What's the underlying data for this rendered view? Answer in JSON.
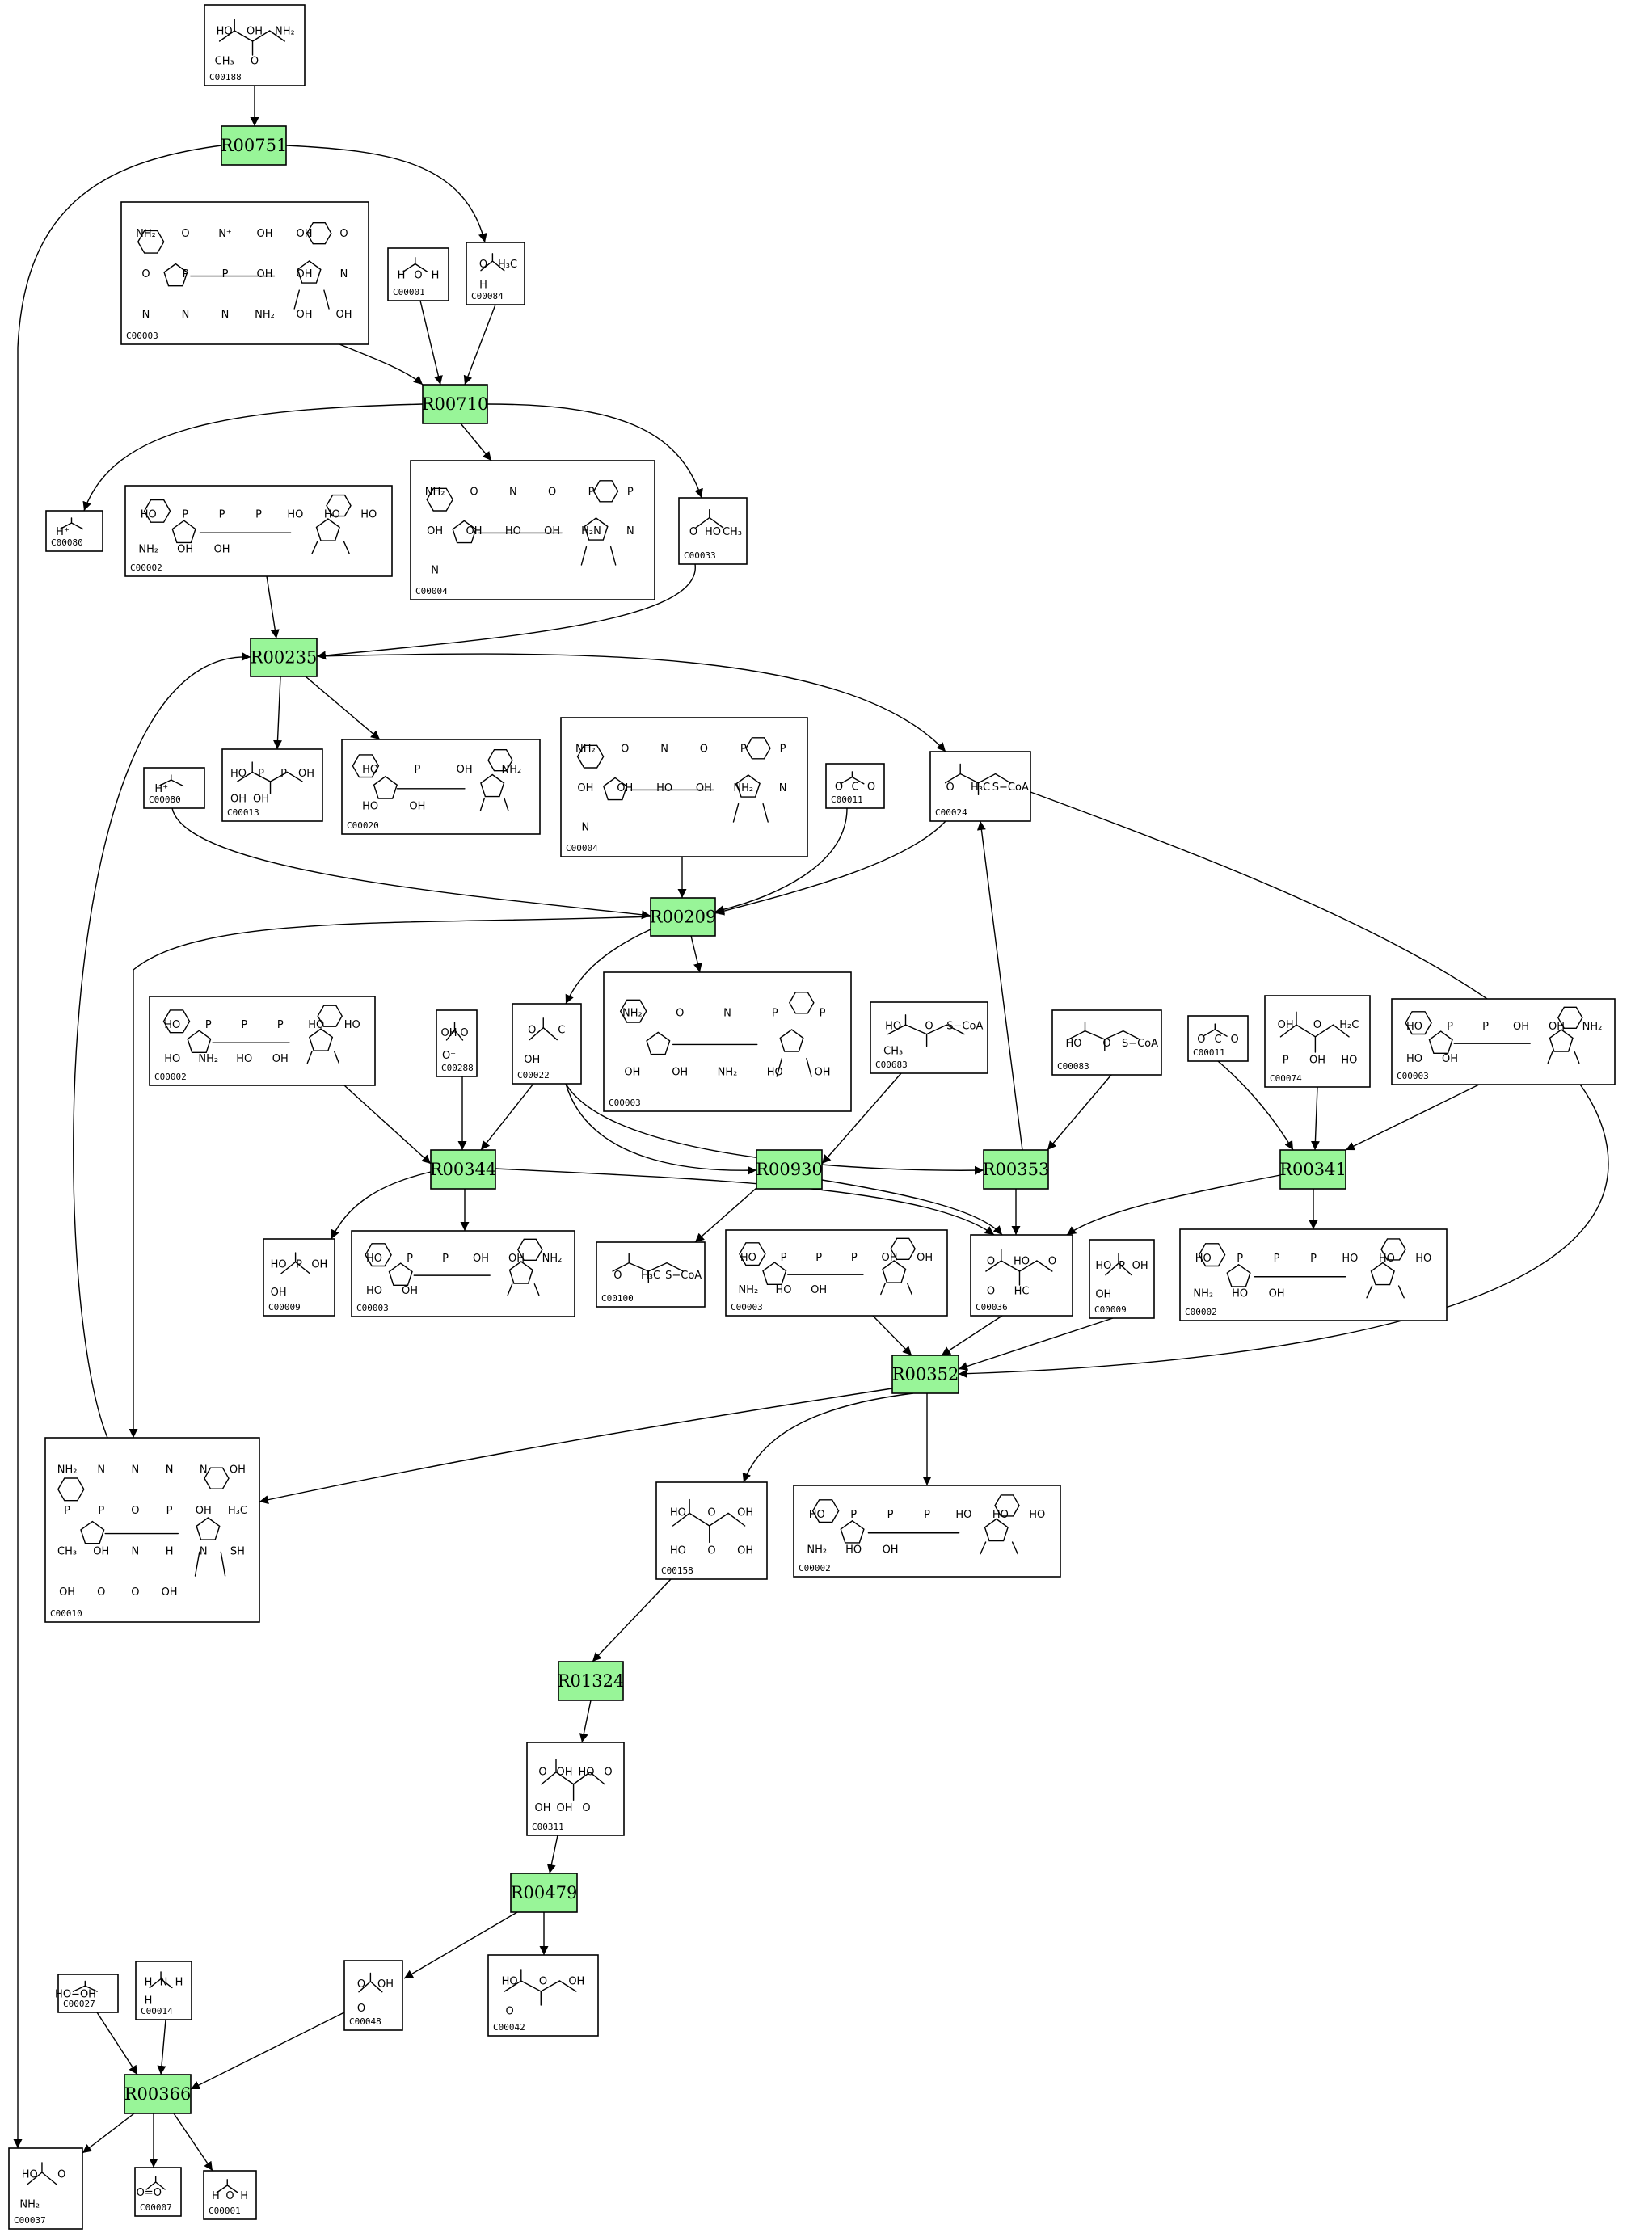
{
  "colors": {
    "reaction_fill": "#98f598",
    "edge": "#000000",
    "compound_fill": "#ffffff"
  },
  "compounds": [
    {
      "id": "c1",
      "label": "C00188",
      "atoms": [
        "HO",
        "OH",
        "NH₂",
        "CH₃",
        "O"
      ]
    },
    {
      "id": "c2",
      "label": "C00003",
      "atoms": [
        "NH₂",
        "O",
        "N⁺",
        "OH",
        "OH",
        "O",
        "O",
        "P",
        "P",
        "OH",
        "OH",
        "N",
        "N",
        "N",
        "N",
        "NH₂",
        "OH",
        "OH"
      ]
    },
    {
      "id": "c3",
      "label": "C00001",
      "atoms": [
        "H",
        "O",
        "H"
      ]
    },
    {
      "id": "c4",
      "label": "C00084",
      "atoms": [
        "O",
        "H₃C",
        "H"
      ]
    },
    {
      "id": "c5",
      "label": "C00080",
      "atoms": [
        "H⁺"
      ]
    },
    {
      "id": "c6",
      "label": "C00002",
      "atoms": [
        "HO",
        "P",
        "P",
        "P",
        "HO",
        "HO",
        "HO",
        "NH₂",
        "OH",
        "OH"
      ]
    },
    {
      "id": "c7",
      "label": "C00004",
      "atoms": [
        "NH₂",
        "O",
        "N",
        "O",
        "P",
        "P",
        "OH",
        "OH",
        "HO",
        "OH",
        "H₂N",
        "N",
        "N"
      ]
    },
    {
      "id": "c8",
      "label": "C00033",
      "atoms": [
        "O",
        "HO",
        "CH₃"
      ]
    },
    {
      "id": "c9",
      "label": "C00013",
      "atoms": [
        "HO",
        "P",
        "P",
        "OH",
        "OH",
        "OH"
      ]
    },
    {
      "id": "c10",
      "label": "C00020",
      "atoms": [
        "HO",
        "P",
        "OH",
        "NH₂",
        "HO",
        "OH"
      ]
    },
    {
      "id": "c11",
      "label": "C00080",
      "atoms": [
        "H⁺"
      ]
    },
    {
      "id": "c12",
      "label": "C00004",
      "atoms": [
        "NH₂",
        "O",
        "N",
        "O",
        "P",
        "P",
        "OH",
        "OH",
        "HO",
        "OH",
        "NH₂",
        "N",
        "N"
      ]
    },
    {
      "id": "c13",
      "label": "C00011",
      "atoms": [
        "O",
        "C",
        "O"
      ]
    },
    {
      "id": "c14",
      "label": "C00024",
      "atoms": [
        "O",
        "H₃C",
        "S−CoA"
      ]
    },
    {
      "id": "c15",
      "label": "C00002",
      "atoms": [
        "HO",
        "P",
        "P",
        "P",
        "HO",
        "HO",
        "HO",
        "NH₂",
        "HO",
        "OH"
      ]
    },
    {
      "id": "c16",
      "label": "C00288",
      "atoms": [
        "OH",
        "O",
        "O⁻"
      ]
    },
    {
      "id": "c17",
      "label": "C00022",
      "atoms": [
        "O",
        "C",
        "OH"
      ]
    },
    {
      "id": "c18",
      "label": "C00003",
      "atoms": [
        "NH₂",
        "O",
        "N",
        "P",
        "P",
        "OH",
        "OH",
        "NH₂",
        "HO",
        "OH"
      ]
    },
    {
      "id": "c19",
      "label": "C00683",
      "atoms": [
        "HO",
        "O",
        "S−CoA",
        "CH₃"
      ]
    },
    {
      "id": "c20",
      "label": "C00083",
      "atoms": [
        "HO",
        "O",
        "S−CoA"
      ]
    },
    {
      "id": "c21",
      "label": "C00011",
      "atoms": [
        "O",
        "C",
        "O"
      ]
    },
    {
      "id": "c22",
      "label": "C00074",
      "atoms": [
        "OH",
        "O",
        "H₂C",
        "P",
        "OH",
        "HO"
      ]
    },
    {
      "id": "c23",
      "label": "C00003",
      "atoms": [
        "HO",
        "P",
        "P",
        "OH",
        "OH",
        "NH₂",
        "HO",
        "OH"
      ]
    },
    {
      "id": "c24",
      "label": "C00009",
      "atoms": [
        "HO",
        "P",
        "OH",
        "OH"
      ]
    },
    {
      "id": "c25",
      "label": "C00003",
      "atoms": [
        "HO",
        "P",
        "P",
        "OH",
        "OH",
        "NH₂",
        "HO",
        "OH"
      ]
    },
    {
      "id": "c26",
      "label": "C00100",
      "atoms": [
        "O",
        "H₃C",
        "S−CoA"
      ]
    },
    {
      "id": "c27",
      "label": "C00003",
      "atoms": [
        "HO",
        "P",
        "P",
        "P",
        "OH",
        "OH",
        "NH₂",
        "HO",
        "OH"
      ]
    },
    {
      "id": "c28",
      "label": "C00036",
      "atoms": [
        "O",
        "HO",
        "O",
        "O",
        "HC"
      ]
    },
    {
      "id": "c29",
      "label": "C00009",
      "atoms": [
        "HO",
        "P",
        "OH",
        "OH"
      ]
    },
    {
      "id": "c30",
      "label": "C00002",
      "atoms": [
        "HO",
        "P",
        "P",
        "P",
        "HO",
        "HO",
        "HO",
        "NH₂",
        "HO",
        "OH"
      ]
    },
    {
      "id": "c31",
      "label": "C00010",
      "atoms": [
        "NH₂",
        "N",
        "N",
        "N",
        "N",
        "OH",
        "P",
        "P",
        "O",
        "P",
        "OH",
        "H₃C",
        "CH₃",
        "OH",
        "N",
        "H",
        "N",
        "SH",
        "OH",
        "O",
        "O",
        "OH"
      ]
    },
    {
      "id": "c32",
      "label": "C00158",
      "atoms": [
        "HO",
        "O",
        "OH",
        "HO",
        "O",
        "OH"
      ]
    },
    {
      "id": "c33",
      "label": "C00002",
      "atoms": [
        "HO",
        "P",
        "P",
        "P",
        "HO",
        "HO",
        "HO",
        "NH₂",
        "HO",
        "OH"
      ]
    },
    {
      "id": "c34",
      "label": "C00311",
      "atoms": [
        "O",
        "OH",
        "HO",
        "O",
        "OH",
        "OH",
        "O"
      ]
    },
    {
      "id": "c35",
      "label": "C00048",
      "atoms": [
        "O",
        "OH",
        "O"
      ]
    },
    {
      "id": "c36",
      "label": "C00042",
      "atoms": [
        "HO",
        "O",
        "OH",
        "O"
      ]
    },
    {
      "id": "c37",
      "label": "C00027",
      "atoms": [
        "HO−OH"
      ]
    },
    {
      "id": "c38",
      "label": "C00014",
      "atoms": [
        "H",
        "N",
        "H",
        "H"
      ]
    },
    {
      "id": "c39",
      "label": "C00037",
      "atoms": [
        "HO",
        "O",
        "NH₂"
      ]
    },
    {
      "id": "c40",
      "label": "C00007",
      "atoms": [
        "O=O"
      ]
    },
    {
      "id": "c41",
      "label": "C00001",
      "atoms": [
        "H",
        "O",
        "H"
      ]
    }
  ],
  "reactions": [
    {
      "id": "r1",
      "label": "R00751"
    },
    {
      "id": "r2",
      "label": "R00710"
    },
    {
      "id": "r3",
      "label": "R00235"
    },
    {
      "id": "r4",
      "label": "R00209"
    },
    {
      "id": "r5",
      "label": "R00344"
    },
    {
      "id": "r6",
      "label": "R00930"
    },
    {
      "id": "r7",
      "label": "R00353"
    },
    {
      "id": "r8",
      "label": "R00341"
    },
    {
      "id": "r9",
      "label": "R00352"
    },
    {
      "id": "r10",
      "label": "R01324"
    },
    {
      "id": "r11",
      "label": "R00479"
    },
    {
      "id": "r12",
      "label": "R00366"
    }
  ]
}
